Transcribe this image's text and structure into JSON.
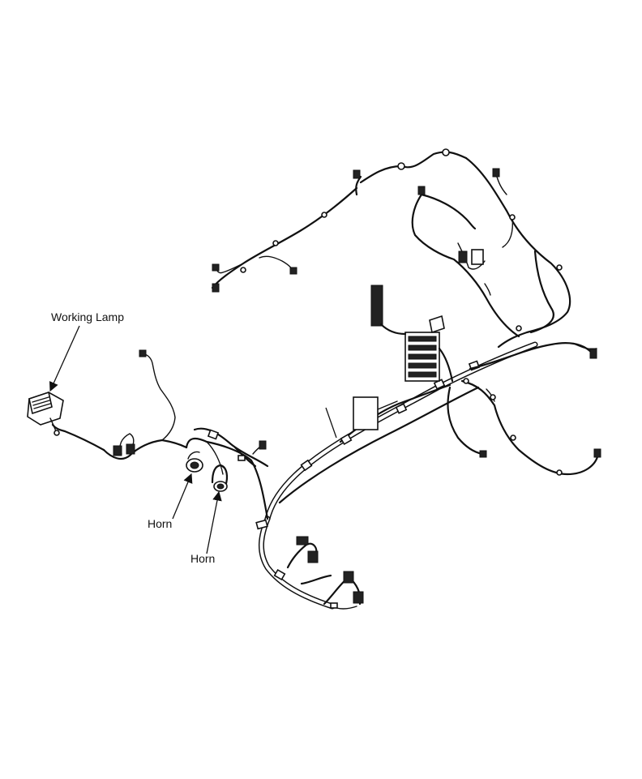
{
  "labels": {
    "working_lamp": "Working Lamp",
    "horn_1": "Horn",
    "horn_2": "Horn"
  }
}
